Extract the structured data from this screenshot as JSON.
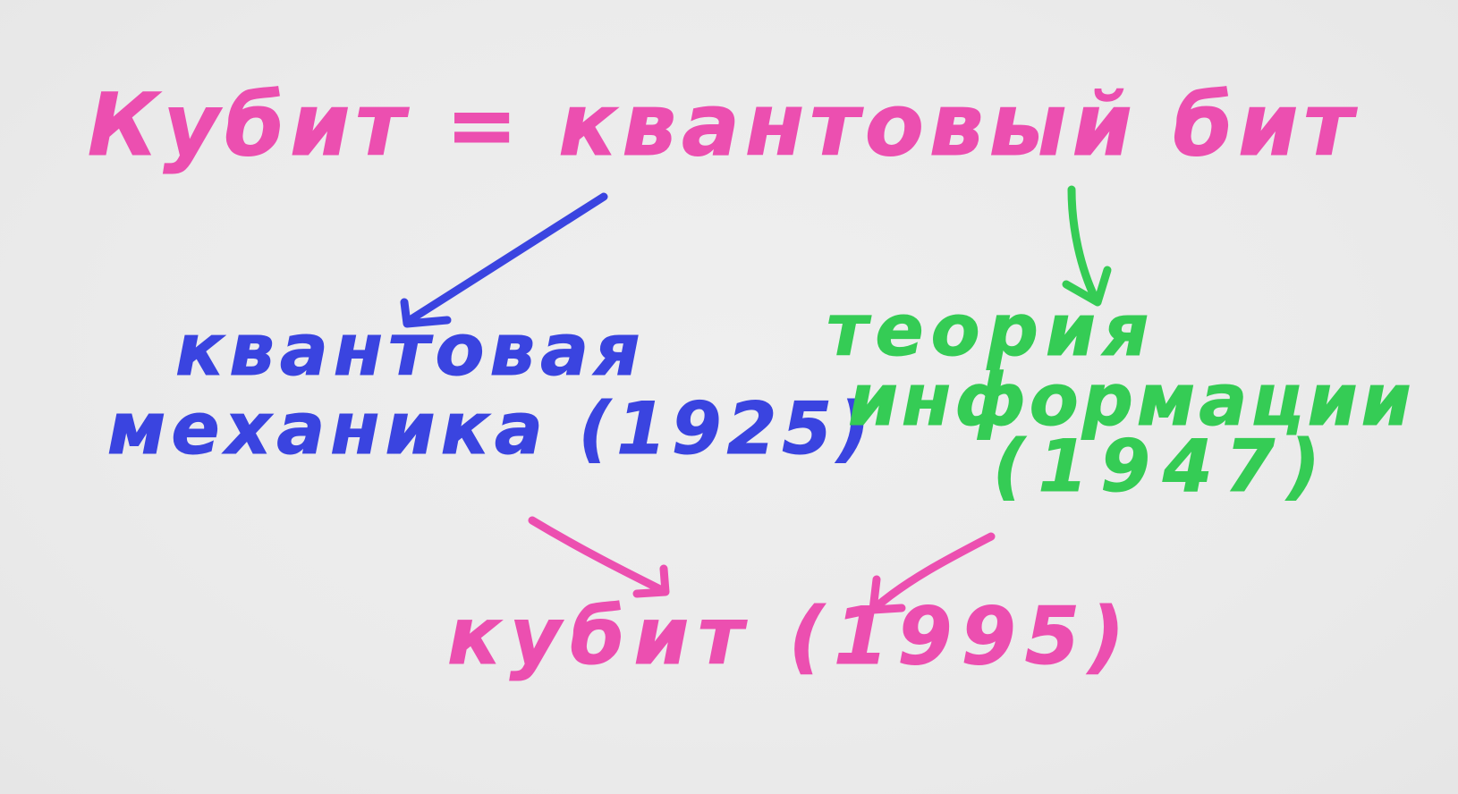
{
  "title": "Кубит = квантовый бит",
  "left_node": {
    "line1": "квантовая",
    "line2": "механика (1925)"
  },
  "right_node": {
    "line1": "теория",
    "line2": "информации",
    "line3": "(1947)"
  },
  "bottom_node": "кубит (1995)",
  "colors": {
    "background": "#ebebeb",
    "pink": "#ec4fb0",
    "blue": "#3a44e0",
    "green": "#35cc55"
  }
}
